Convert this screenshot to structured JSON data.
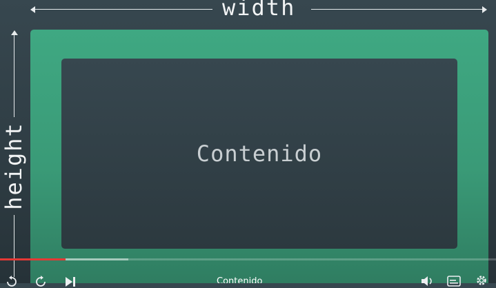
{
  "diagram": {
    "width_label": "width",
    "height_label": "height",
    "content_label": "Contenido",
    "colors": {
      "background": "#37474f",
      "padding_area": "#3fa882",
      "content_area": "#33434a",
      "annotation": "#f2f4f5"
    }
  },
  "player": {
    "progress_played_fraction": 0.132,
    "progress_buffered_fraction": 0.259,
    "chapter_text": "Contenido",
    "icons": [
      "replay-icon",
      "forward-icon",
      "next-icon",
      "volume-icon",
      "subtitles-icon",
      "settings-icon"
    ],
    "accent_color": "#e53935"
  }
}
